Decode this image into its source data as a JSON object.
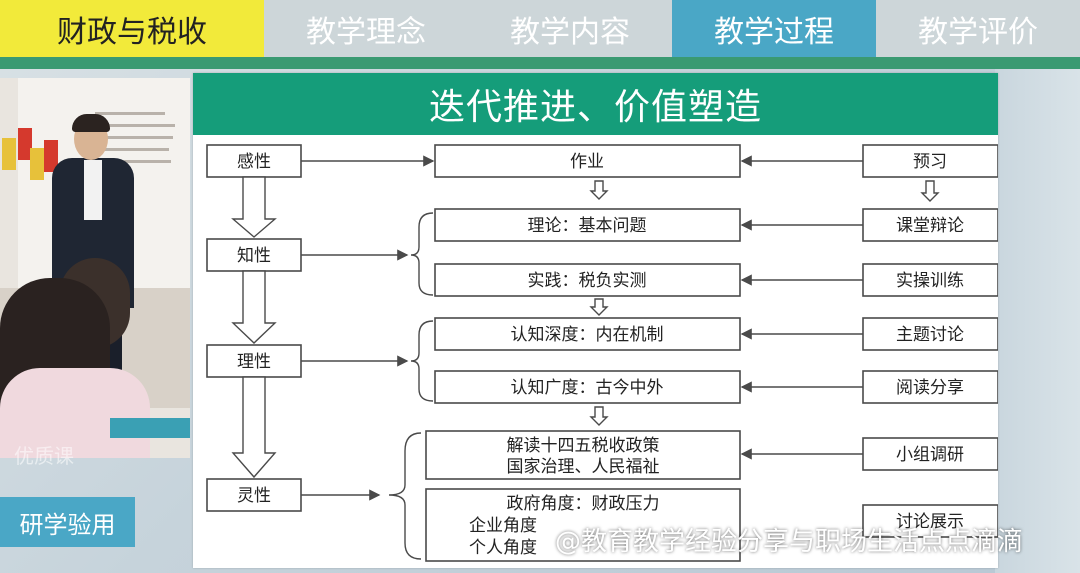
{
  "tabs": [
    {
      "label": "财政与税收"
    },
    {
      "label": "教学理念"
    },
    {
      "label": "教学内容"
    },
    {
      "label": "教学过程"
    },
    {
      "label": "教学评价"
    }
  ],
  "colors": {
    "active_tab": "#4aa7c6",
    "brand_tab": "#f2ea3a",
    "title_bg": "#159d7a"
  },
  "slide": {
    "title": "迭代推进、价值塑造",
    "left_stages": [
      "感性",
      "知性",
      "理性",
      "灵性"
    ],
    "center_boxes": {
      "homework": "作业",
      "theory": "理论：基本问题",
      "practice": "实践：税负实测",
      "depth": "认知深度：内在机制",
      "breadth": "认知广度：古今中外",
      "interpret_l1": "解读十四五税收政策",
      "interpret_l2": "国家治理、人民福祉",
      "gov_l1": "政府角度：财政压力",
      "gov_l2": "企业角度",
      "gov_l3": "个人角度"
    },
    "right_boxes": [
      "预习",
      "课堂辩论",
      "实操训练",
      "主题讨论",
      "阅读分享",
      "小组调研",
      "讨论展示"
    ]
  },
  "side_label": "研学验用",
  "photo_caption": "优质课",
  "watermark": "@教育教学经验分享与职场生活点点滴滴"
}
